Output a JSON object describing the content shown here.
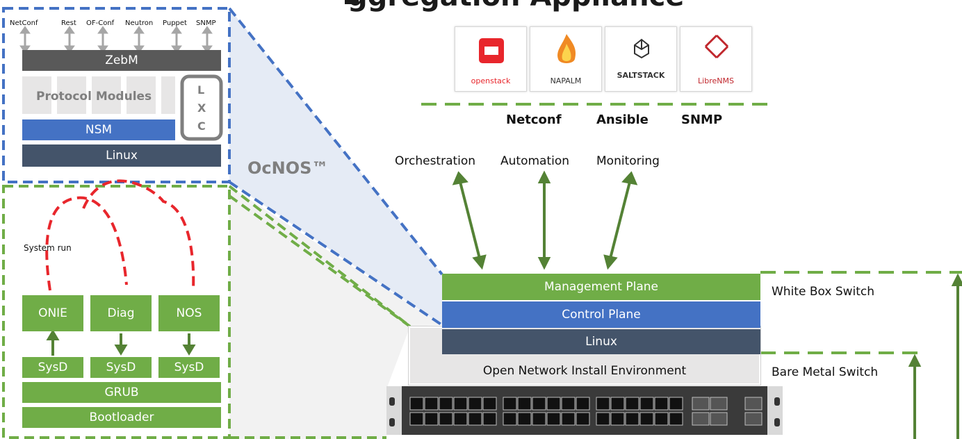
{
  "title_fragment": "ggregation Appliance",
  "ocnos": {
    "apis": [
      "NetConf",
      "Rest",
      "OF-Conf",
      "Neutron",
      "Puppet",
      "SNMP"
    ],
    "zebm": "ZebM",
    "protocol_modules": "Protocol Modules",
    "lxc": [
      "L",
      "X",
      "C"
    ],
    "nsm": "NSM",
    "linux": "Linux",
    "brand": "OcNOS™"
  },
  "boot": {
    "system_run": "System run",
    "targets": [
      "ONIE",
      "Diag",
      "NOS"
    ],
    "sysd": [
      "SysD",
      "SysD",
      "SysD"
    ],
    "grub": "GRUB",
    "bootloader": "Bootloader"
  },
  "tools": [
    {
      "name": "openstack",
      "text": "openstack",
      "icon": "openstack-icon"
    },
    {
      "name": "napalm",
      "text": "NAPALM",
      "icon": "napalm-flame-icon"
    },
    {
      "name": "saltstack",
      "text": "SALTSTACK",
      "icon": "saltstack-icon"
    },
    {
      "name": "librenms",
      "text": "LibreNMS",
      "icon": "librenms-icon"
    }
  ],
  "protocols": [
    "Netconf",
    "Ansible",
    "SNMP"
  ],
  "functions": [
    "Orchestration",
    "Automation",
    "Monitoring"
  ],
  "stack": {
    "management": "Management Plane",
    "control": "Control Plane",
    "linux": "Linux",
    "onie": "Open Network Install Environment"
  },
  "side_labels": {
    "white_box": "White Box Switch",
    "bare_metal": "Bare Metal Switch"
  },
  "colors": {
    "green": "#70ad47",
    "blue": "#4472c4",
    "navy": "#44546a",
    "dark_gray": "#595959",
    "light_gray": "#e7e6e6",
    "dash_blue": "#4472c4",
    "dash_green": "#70ad47",
    "dash_red": "#e8262c",
    "arrow_green": "#548235"
  }
}
